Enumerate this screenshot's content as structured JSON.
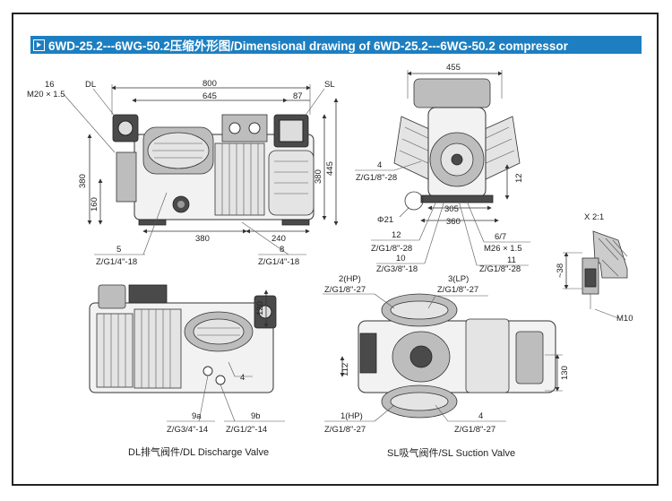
{
  "title": "6WD-25.2---6WG-50.2压缩外形图/Dimensional drawing of 6WD-25.2---6WG-50.2 compressor",
  "side_view": {
    "dim_800": "800",
    "dim_645": "645",
    "dim_87": "87",
    "dim_16": "16",
    "m20": "M20 × 1.5",
    "dl": "DL",
    "sl": "SL",
    "dim_380v": "380",
    "dim_160": "160",
    "dim_380h": "380",
    "dim_240": "240",
    "dim_380r": "380",
    "dim_445": "445",
    "l5_num": "5",
    "l5_spec": "Z/G1/4\"-18",
    "l8_num": "8",
    "l8_spec": "Z/G1/4\"-18"
  },
  "end_view": {
    "dim_455": "455",
    "l4_num": "4",
    "l4_spec": "Z/G1/8\"-28",
    "dim_12": "12",
    "dim_305": "305",
    "phi21": "Φ21",
    "dim_360": "360",
    "l12_num": "12",
    "l12_spec": "Z/G1/8\"-28",
    "l67_num": "6/7",
    "l67_spec": "M26 × 1.5",
    "l10_num": "10",
    "l10_spec": "Z/G3/8\"-18",
    "l11_num": "11",
    "l11_spec": "Z/G1/8\"-28"
  },
  "detail": {
    "scale": "X 2:1",
    "dim_38": "~38",
    "m10": "M10"
  },
  "dl_view": {
    "dim_120": "120",
    "l4": "4",
    "l9a_num": "9a",
    "l9a_spec": "Z/G3/4\"-14",
    "l9b_num": "9b",
    "l9b_spec": "Z/G1/2\"-14",
    "caption": "DL排气阀件/DL Discharge Valve"
  },
  "sl_view": {
    "l2hp_num": "2(HP)",
    "l2hp_spec": "Z/G1/8\"-27",
    "l3lp_num": "3(LP)",
    "l3lp_spec": "Z/G1/8\"-27",
    "dim_112": "112",
    "dim_130": "130",
    "l1hp_num": "1(HP)",
    "l1hp_spec": "Z/G1/8\"-27",
    "l4_num": "4",
    "l4_spec": "Z/G1/8\"-27",
    "caption": "SL吸气阀件/SL Suction Valve"
  }
}
